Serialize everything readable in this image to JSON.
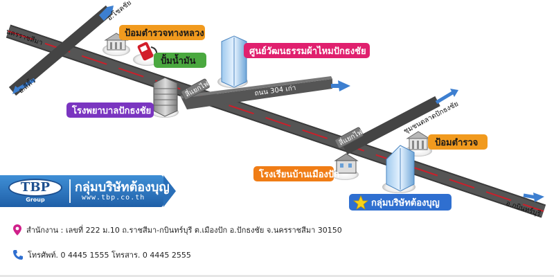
{
  "map": {
    "road_labels": {
      "nakhon_ratchasima": "นครราชสีมา",
      "chokchai": "อ.โชคชัย",
      "sikhio": "อ.สีคิ้ว",
      "kabinburi": "อ.กบินทร์บุรี",
      "road_304": "ถนน 304 เก่า",
      "pak_thong_chai_market": "ชุมชนตลาดปักธงชัย"
    },
    "intersection_signs": [
      "สี่แยกไฟแดง",
      "สี่แยกไฟแดง"
    ],
    "landmarks": {
      "highway_police": "ป้อมตำรวจทางหลวง",
      "gas_station": "ปั้มน้ำมัน",
      "silk_center": "ศูนย์วัฒนธรรมผ้าไหมปักธงชัย",
      "hospital": "โรงพยาบาลปักธงชัย",
      "school": "โรงเรียนบ้านเมืองปัก",
      "police_box": "ป้อมตำรวจ",
      "company": "กลุ่มบริษัทต้องบุญ"
    }
  },
  "company": {
    "logo_text": "TBP",
    "logo_sub": "Group",
    "name": "กลุ่มบริษัทต้องบุญ",
    "website": "www.tbp.co.th"
  },
  "contact": {
    "address": "สำนักงาน : เลขที่ 222 ม.10 ถ.ราชสีมา-กบินทร์บุรี ต.เมืองปัก อ.ปักธงชัย จ.นครราชสีมา 30150",
    "phone": "โทรศัพท์. 0 4445 1555 โทรสาร. 0 4445 2555"
  },
  "colors": {
    "road": "#4a4a4a",
    "road_centerline": "#cc1f2a",
    "arrow": "#3d7fd0",
    "police_label": "#f19a1e",
    "gas_label": "#4aa83f",
    "silk_label": "#e0206e",
    "hospital_label": "#7a35c0",
    "school_label": "#f07d16",
    "company_label": "#2f6fd0",
    "pin": "#d0208a"
  },
  "icons": [
    "police-box-icon",
    "gas-pump-icon",
    "building-icon",
    "house-icon",
    "star-icon",
    "map-pin-icon",
    "phone-icon",
    "direction-arrow-icon"
  ]
}
